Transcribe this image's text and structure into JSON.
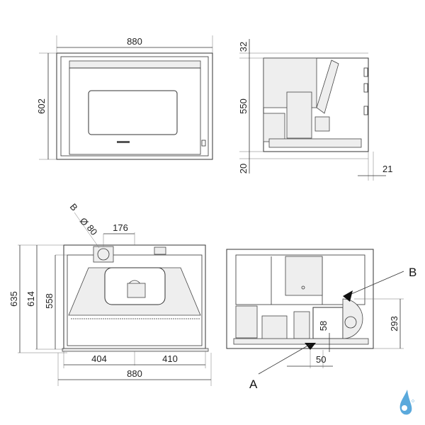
{
  "front_view": {
    "width": "880",
    "height": "602"
  },
  "side_view": {
    "top": "32",
    "height": "550",
    "bottom": "20",
    "depth_offset": "21"
  },
  "back_view": {
    "flue_label": "B",
    "flue_symbol": "Ø",
    "flue_diameter": "80",
    "flue_offset": "176",
    "height_total": "635",
    "height_mid": "614",
    "height_inner": "558",
    "left_width": "404",
    "right_width": "410",
    "width": "880"
  },
  "bottom_view": {
    "label_a": "A",
    "label_b": "B",
    "dim_58": "58",
    "dim_50": "50",
    "dim_293": "293"
  },
  "logo": {
    "icon": "water-drop-logo",
    "color": "#5aa9dc"
  }
}
